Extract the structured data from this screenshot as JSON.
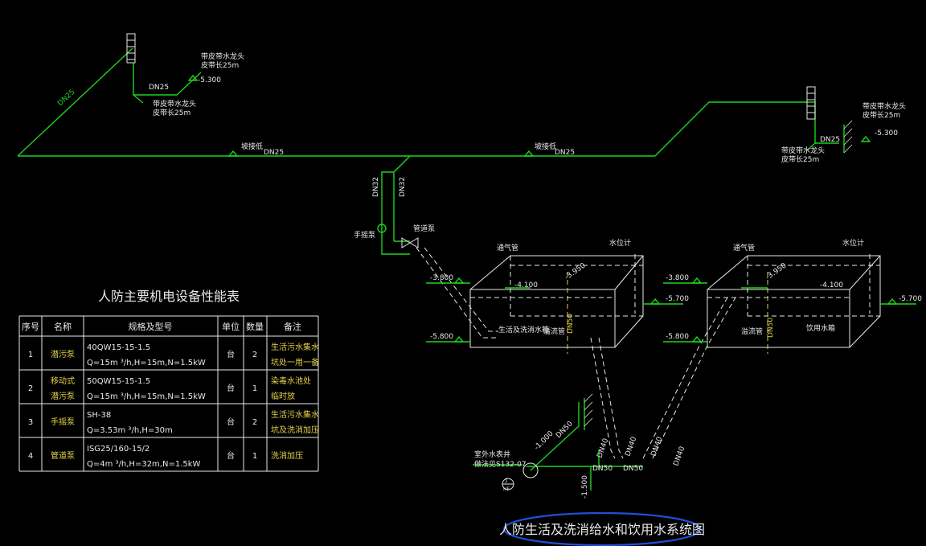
{
  "title": "人防生活及洗消给水和饮用水系统图",
  "table_title": "人防主要机电设备性能表",
  "table": {
    "headers": [
      "序号",
      "名称",
      "规格及型号",
      "单位",
      "数量",
      "备注"
    ],
    "rows": [
      {
        "no": "1",
        "name": "潜污泵",
        "spec1": "40QW15-15-1.5",
        "spec2": "Q=15m  ³/h,H=15m,N=1.5kW",
        "unit": "台",
        "qty": "2",
        "note1": "生活污水集水",
        "note2": "坑处一用一备"
      },
      {
        "no": "2",
        "name": "移动式",
        "name2": "潜污泵",
        "spec1": "50QW15-15-1.5",
        "spec2": "Q=15m  ³/h,H=15m,N=1.5kW",
        "unit": "台",
        "qty": "1",
        "note1": "染毒水池处",
        "note2": "临时放"
      },
      {
        "no": "3",
        "name": "手摇泵",
        "spec1": "SH-38",
        "spec2": "Q=3.53m  ³/h,H=30m",
        "unit": "台",
        "qty": "2",
        "note1": "生活污水集水",
        "note2": "坑及洗消加压"
      },
      {
        "no": "4",
        "name": "管道泵",
        "spec1": "ISG25/160-15/2",
        "spec2": "Q=4m  ³/h,H=32m,N=1.5kW",
        "unit": "台",
        "qty": "1",
        "note1": "洗消加压",
        "note2": ""
      }
    ]
  },
  "labels": {
    "dn25": "DN25",
    "dn32": "DN32",
    "dn40": "DN40",
    "dn50": "DN50",
    "pipe_slope": "坡接低",
    "tap_label_1": "带皮带水龙头",
    "tap_label_2": "皮带长25m",
    "elev_5300": "-5.300",
    "elev_3800": "-3.800",
    "elev_5700": "-5.700",
    "elev_5800": "-5.800",
    "elev_4100": "-4.100",
    "elev_3950": "-3.950",
    "elev_1000": "-1.000",
    "elev_1500": "-1.500",
    "vent": "通气管",
    "level_gauge": "水位计",
    "overflow": "溢流管",
    "tank1": "生活及洗消水箱",
    "tank2": "饮用水箱",
    "hand_pump": "手摇泵",
    "pipe_pump": "管道泵",
    "meter_label_1": "室外水表井",
    "meter_label_2": "做法见S132-07",
    "meter_J": "J",
    "meter_no": "HF"
  },
  "colors": {
    "pipe": "#1fd21f",
    "text": "#e8e8e8",
    "accent": "#e6d24a",
    "oval": "#1f4fd6",
    "background": "#000000"
  }
}
